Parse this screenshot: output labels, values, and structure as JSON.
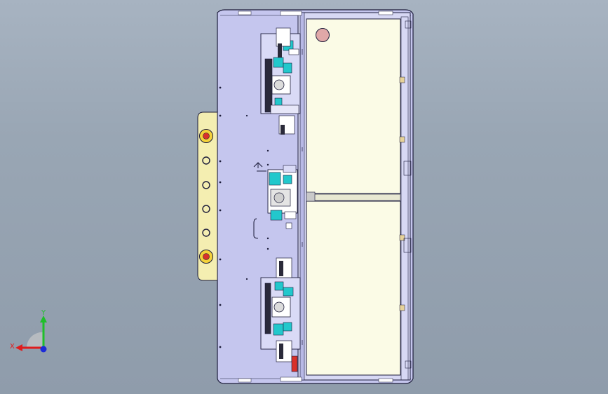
{
  "viewport": {
    "background_top": "#a7b3c1",
    "background_bottom": "#8f9cab"
  },
  "model": {
    "base_plate_color": "#c5c6ee",
    "outline_color": "#1c1c3a",
    "cabinet_panel_color": "#fbfbe6",
    "button_strip_color": "#f4eeb1",
    "accent_cyan": "#22c8cc",
    "accent_red": "#d8302a",
    "emergency_stop_color": "#e0a8a8",
    "button_count": 6
  },
  "triad": {
    "x_label": "X",
    "y_label": "Y",
    "x_color": "#e01c1c",
    "y_color": "#1fbf2a",
    "z_color": "#1c2bd8"
  }
}
